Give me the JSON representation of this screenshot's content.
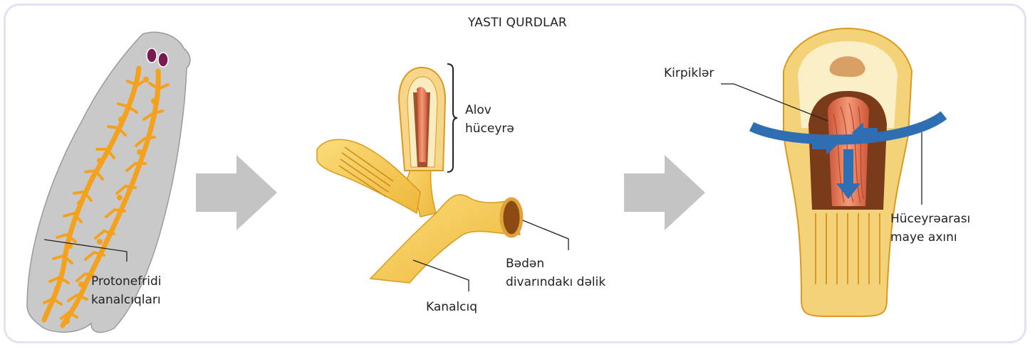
{
  "title": "YASTI QURDLAR",
  "labels": {
    "protonephridia_line1": "Protonefridi",
    "protonephridia_line2": "kanalcıqları",
    "flame_cell_line1": "Alov",
    "flame_cell_line2": "hüceyrə",
    "body_pore_line1": "Bədən",
    "body_pore_line2": "divarındakı dəlik",
    "tubule": "Kanalcıq",
    "cilia": "Kirpiklər",
    "fluid_line1": "Hüceyrəarası",
    "fluid_line2": "maye axını"
  },
  "colors": {
    "frame": "#e2e2f3",
    "worm_body": "#c9c9c9",
    "canal_orange": "#f4a11d",
    "tube_yellow": "#f6c64a",
    "flame_red": "#e27050",
    "flow_arrow": "#2e6fb4",
    "step_arrow": "#c4c4c4"
  }
}
